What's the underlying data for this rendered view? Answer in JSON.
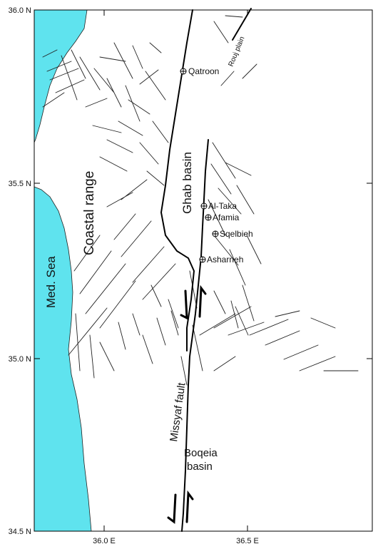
{
  "map": {
    "lat_ticks": [
      "36.0 N",
      "35.5 N",
      "35.0 N",
      "34.5 N"
    ],
    "lon_ticks": [
      "36.0 E",
      "36.5 E"
    ],
    "regions": {
      "sea": "Med. Sea",
      "coastal_range": "Coastal range",
      "ghab_basin": "Ghab basin",
      "missyaf_fault": "Missyaf fault",
      "boqeia_line1": "Boqeia",
      "boqeia_line2": "basin",
      "rouj_plain": "Rouj plain"
    },
    "towns": [
      "Qatroon",
      "Al-Taka",
      "Afamia",
      "Sqelbieh",
      "Asharneh"
    ],
    "colors": {
      "sea": "#5fe3ee",
      "fault": "#000000",
      "frame": "#000000"
    }
  }
}
